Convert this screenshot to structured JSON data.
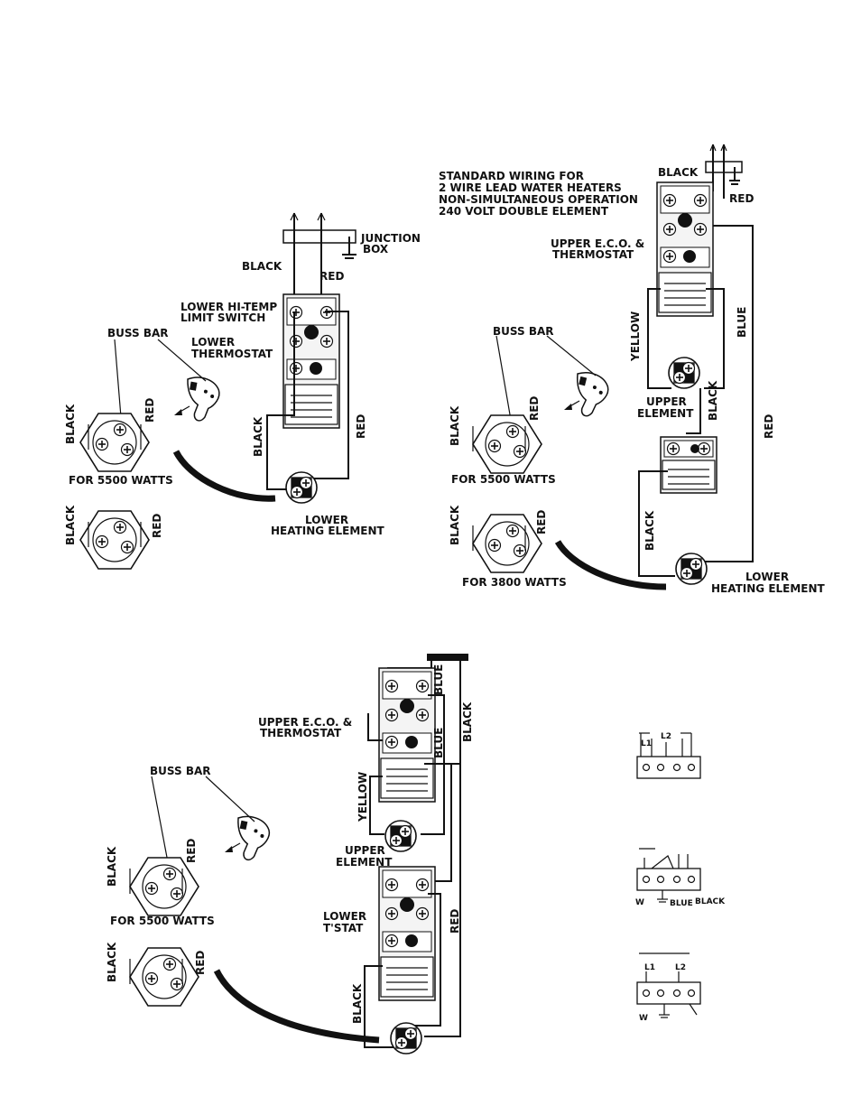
{
  "colors": {
    "ink": "#111111",
    "paper": "#ffffff"
  },
  "d1": {
    "black": "BLACK",
    "red": "RED",
    "junction_box_l1": "JUNCTION",
    "junction_box_l2": "BOX",
    "limit_l1": "LOWER HI-TEMP",
    "limit_l2": "LIMIT SWITCH",
    "lower_tstat_l1": "LOWER",
    "lower_tstat_l2": "THERMOSTAT",
    "buss_bar": "BUSS BAR",
    "hex_black": "BLACK",
    "hex_red": "RED",
    "for5500": "FOR 5500 WATTS",
    "element_l1": "LOWER",
    "element_l2": "HEATING ELEMENT",
    "wire_black": "BLACK",
    "wire_red": "RED",
    "hex2_black": "BLACK",
    "hex2_red": "RED"
  },
  "d2": {
    "title_l1": "STANDARD WIRING FOR",
    "title_l2": "2 WIRE LEAD WATER HEATERS",
    "title_l3": "NON-SIMULTANEOUS OPERATION",
    "title_l4": "240 VOLT DOUBLE ELEMENT",
    "black": "BLACK",
    "red": "RED",
    "upper_eco_l1": "UPPER E.C.O. &",
    "upper_eco_l2": "THERMOSTAT",
    "buss_bar": "BUSS BAR",
    "yellow": "YELLOW",
    "blue": "BLUE",
    "upper_el_l1": "UPPER",
    "upper_el_l2": "ELEMENT",
    "wire_black": "BLACK",
    "wire_red": "RED",
    "wire_black2": "BLACK",
    "hex_black": "BLACK",
    "hex_red": "RED",
    "for5500": "FOR 5500 WATTS",
    "hex2_black": "BLACK",
    "hex2_red": "RED",
    "for3800": "FOR 3800 WATTS",
    "lower_el_l1": "LOWER",
    "lower_el_l2": "HEATING ELEMENT"
  },
  "d3": {
    "upper_eco_l1": "UPPER E.C.O. &",
    "upper_eco_l2": "THERMOSTAT",
    "blue_top": "BLUE",
    "blue_mid": "BLUE",
    "black_right": "BLACK",
    "buss_bar": "BUSS BAR",
    "yellow": "YELLOW",
    "upper_el_l1": "UPPER",
    "upper_el_l2": "ELEMENT",
    "lower_t_l1": "LOWER",
    "lower_t_l2": "T'STAT",
    "red": "RED",
    "black_bottom": "BLACK",
    "hex_black": "BLACK",
    "hex_red": "RED",
    "for5500": "FOR 5500 WATTS",
    "hex2_black": "BLACK",
    "hex2_red": "RED"
  },
  "mini": {
    "m1_l1": "L1",
    "m1_l2": "L2",
    "m2_left": "W",
    "m2_blue": "BLUE",
    "m2_black": "BLACK",
    "m3_l1": "L1",
    "m3_l2": "L2",
    "m3_w": "W"
  }
}
